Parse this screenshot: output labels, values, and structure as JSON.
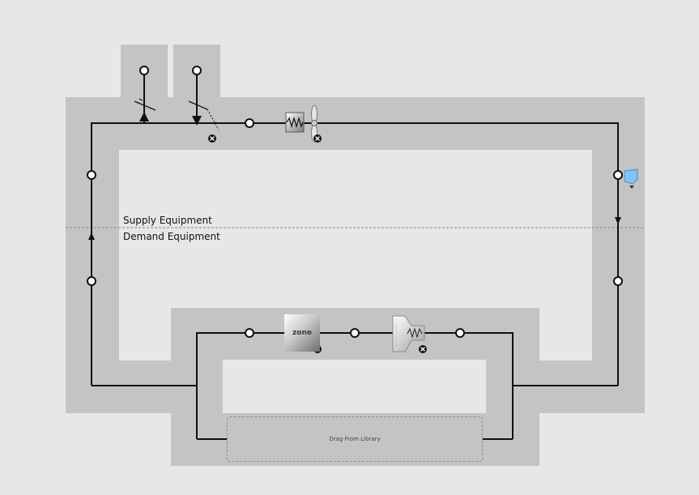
{
  "labels": {
    "supply_equipment": "Supply Equipment",
    "demand_equipment": "Demand Equipment",
    "drag_from_library": "Drag From Library",
    "zone": "zone"
  },
  "colors": {
    "background": "#e7e7e7",
    "loop_band": "#c4c4c4",
    "pipe": "#111111",
    "setpoint_manager": "#7fc4f2"
  },
  "icons": [
    "outdoor-air-node-icon",
    "relief-air-node-icon",
    "oa-damper-icon",
    "heating-coil-icon",
    "supply-fan-icon",
    "setpoint-manager-icon",
    "zone-icon",
    "air-terminal-icon",
    "remove-icon",
    "flow-arrow-icon"
  ]
}
